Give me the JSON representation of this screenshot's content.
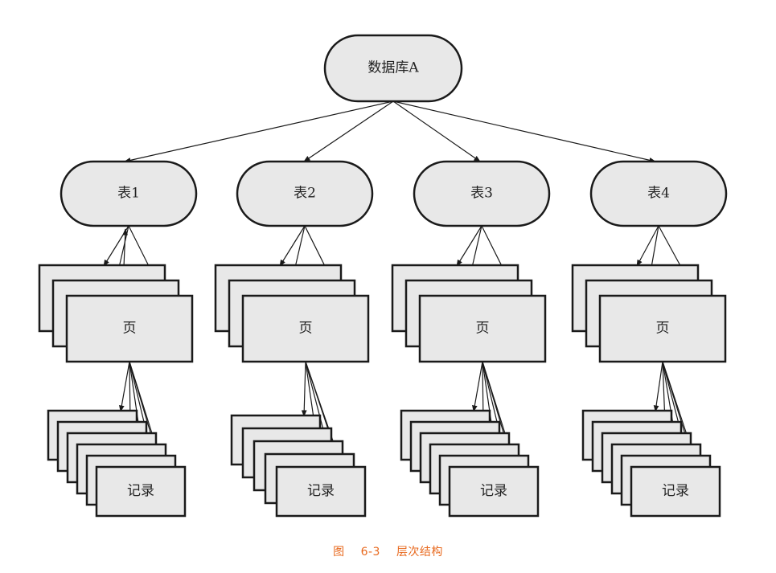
{
  "diagram": {
    "root": {
      "label": "数据库A"
    },
    "tables": [
      {
        "label": "表1",
        "page_label": "页",
        "page_count": 3,
        "record_label": "记录",
        "record_count": 6
      },
      {
        "label": "表2",
        "page_label": "页",
        "page_count": 3,
        "record_label": "记录",
        "record_count": 5
      },
      {
        "label": "表3",
        "page_label": "页",
        "page_count": 3,
        "record_label": "记录",
        "record_count": 6
      },
      {
        "label": "表4",
        "page_label": "页",
        "page_count": 3,
        "record_label": "记录",
        "record_count": 6
      }
    ],
    "colors": {
      "node_fill": "#e8e8e8",
      "stroke": "#1a1a1a",
      "caption": "#e8691e"
    }
  },
  "caption": {
    "figure": "图",
    "number": "6-3",
    "title": "层次结构"
  }
}
